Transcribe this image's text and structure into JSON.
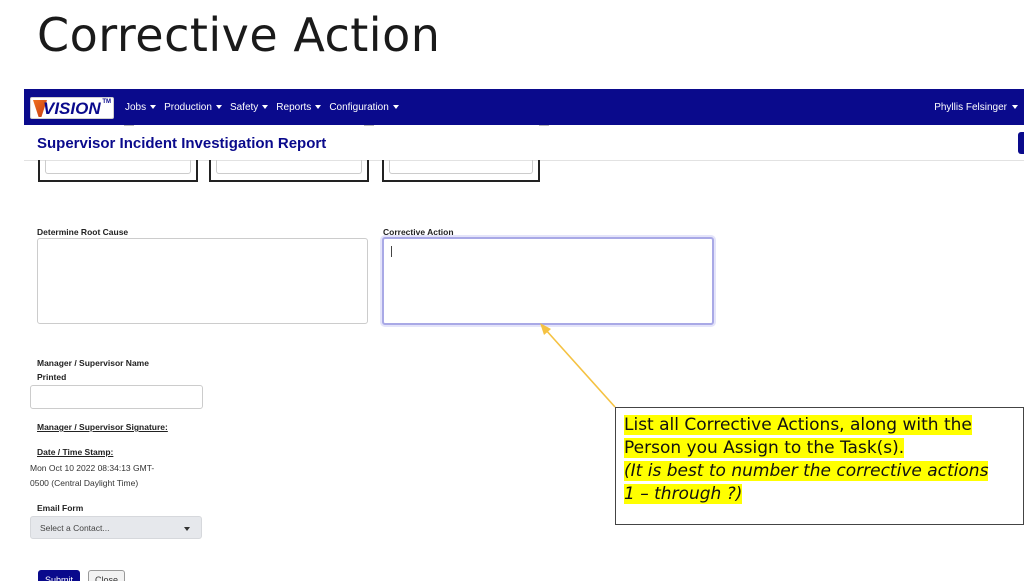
{
  "slide": {
    "title": "Corrective Action"
  },
  "navbar": {
    "logo_text": "VISION",
    "logo_tm": "TM",
    "menu": [
      {
        "label": "Jobs"
      },
      {
        "label": "Production"
      },
      {
        "label": "Safety"
      },
      {
        "label": "Reports"
      },
      {
        "label": "Configuration"
      }
    ],
    "user": "Phyllis Felsinger"
  },
  "report": {
    "title": "Supervisor Incident Investigation Report"
  },
  "fields": {
    "root_cause_label": "Determine Root Cause",
    "corrective_action_label": "Corrective Action",
    "manager_name_label_line1": "Manager / Supervisor Name",
    "manager_name_label_line2": "Printed",
    "manager_signature_label": "Manager / Supervisor Signature:",
    "timestamp_label": "Date / Time Stamp:",
    "timestamp_value_line1": "Mon Oct 10 2022 08:34:13 GMT-",
    "timestamp_value_line2": "0500 (Central Daylight Time)",
    "email_form_label": "Email Form",
    "contact_select_value": "Select a Contact..."
  },
  "buttons": {
    "submit": "Submit",
    "close": "Close"
  },
  "callout": {
    "line1": "List all Corrective Actions, along with the",
    "line2": "Person you Assign to the Task(s).",
    "line3": "(It is best to number the corrective actions",
    "line4": "1 – through ?)"
  },
  "colors": {
    "navbar": "#0a0a8c",
    "title_blue": "#0a0a8c",
    "highlight": "#ffff00",
    "arrow": "#f5c242"
  }
}
